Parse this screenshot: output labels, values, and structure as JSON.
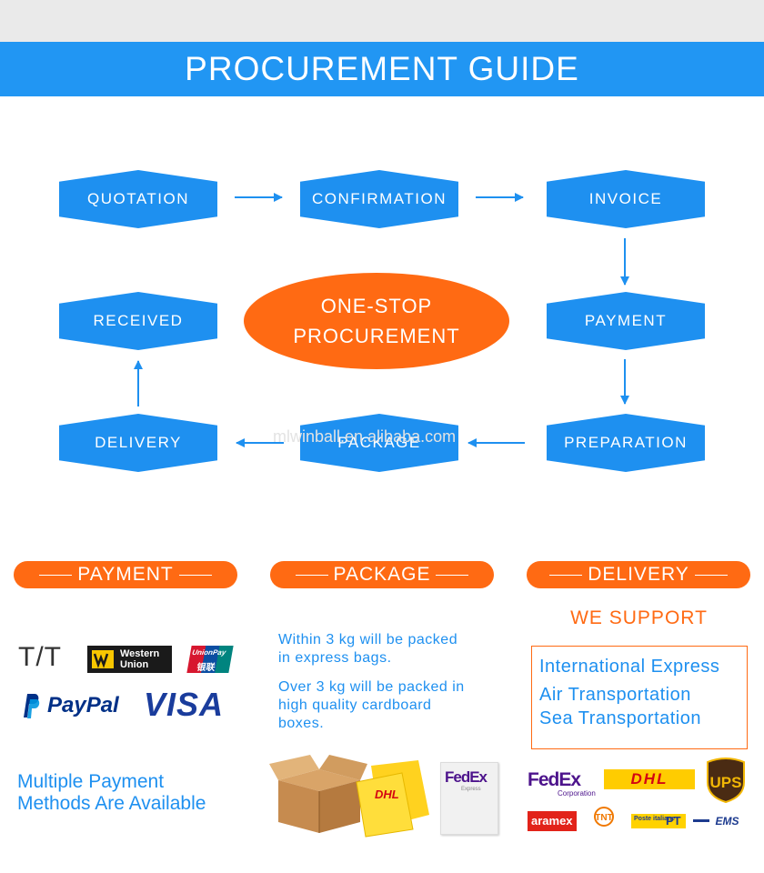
{
  "header": {
    "title": "PROCUREMENT GUIDE"
  },
  "flow": {
    "steps": [
      "QUOTATION",
      "CONFIRMATION",
      "INVOICE",
      "PAYMENT",
      "PREPARATION",
      "PACKAGE",
      "DELIVERY",
      "RECEIVED"
    ],
    "center": {
      "line1": "ONE-STOP",
      "line2": "PROCUREMENT"
    }
  },
  "watermark": "mlwinball.en.alibaba.com",
  "sections": {
    "payment": {
      "title": "PAYMENT",
      "methods": [
        "T/T",
        "Western Union",
        "UnionPay",
        "银联",
        "PayPal",
        "VISA"
      ],
      "caption": [
        "Multiple Payment",
        "Methods Are Available"
      ]
    },
    "package": {
      "title": "PACKAGE",
      "text1": [
        "Within 3 kg will be packed",
        "in express bags."
      ],
      "text2": [
        "Over 3 kg will be packed in",
        "high quality cardboard",
        "boxes."
      ],
      "images": [
        "cardboard-box",
        "DHL",
        "FedEx",
        "Express"
      ]
    },
    "delivery": {
      "title": "DELIVERY",
      "support": "WE SUPPORT",
      "modes": [
        "International Express",
        "Air Transportation",
        "Sea Transportation"
      ],
      "carriers": [
        "FedEx",
        "Corporation",
        "DHL",
        "UPS",
        "aramex",
        "TNT",
        "Poste italiane",
        "PT",
        "EMS"
      ]
    }
  },
  "colors": {
    "blue": "#1e90f0",
    "orange": "#ff6a13"
  }
}
